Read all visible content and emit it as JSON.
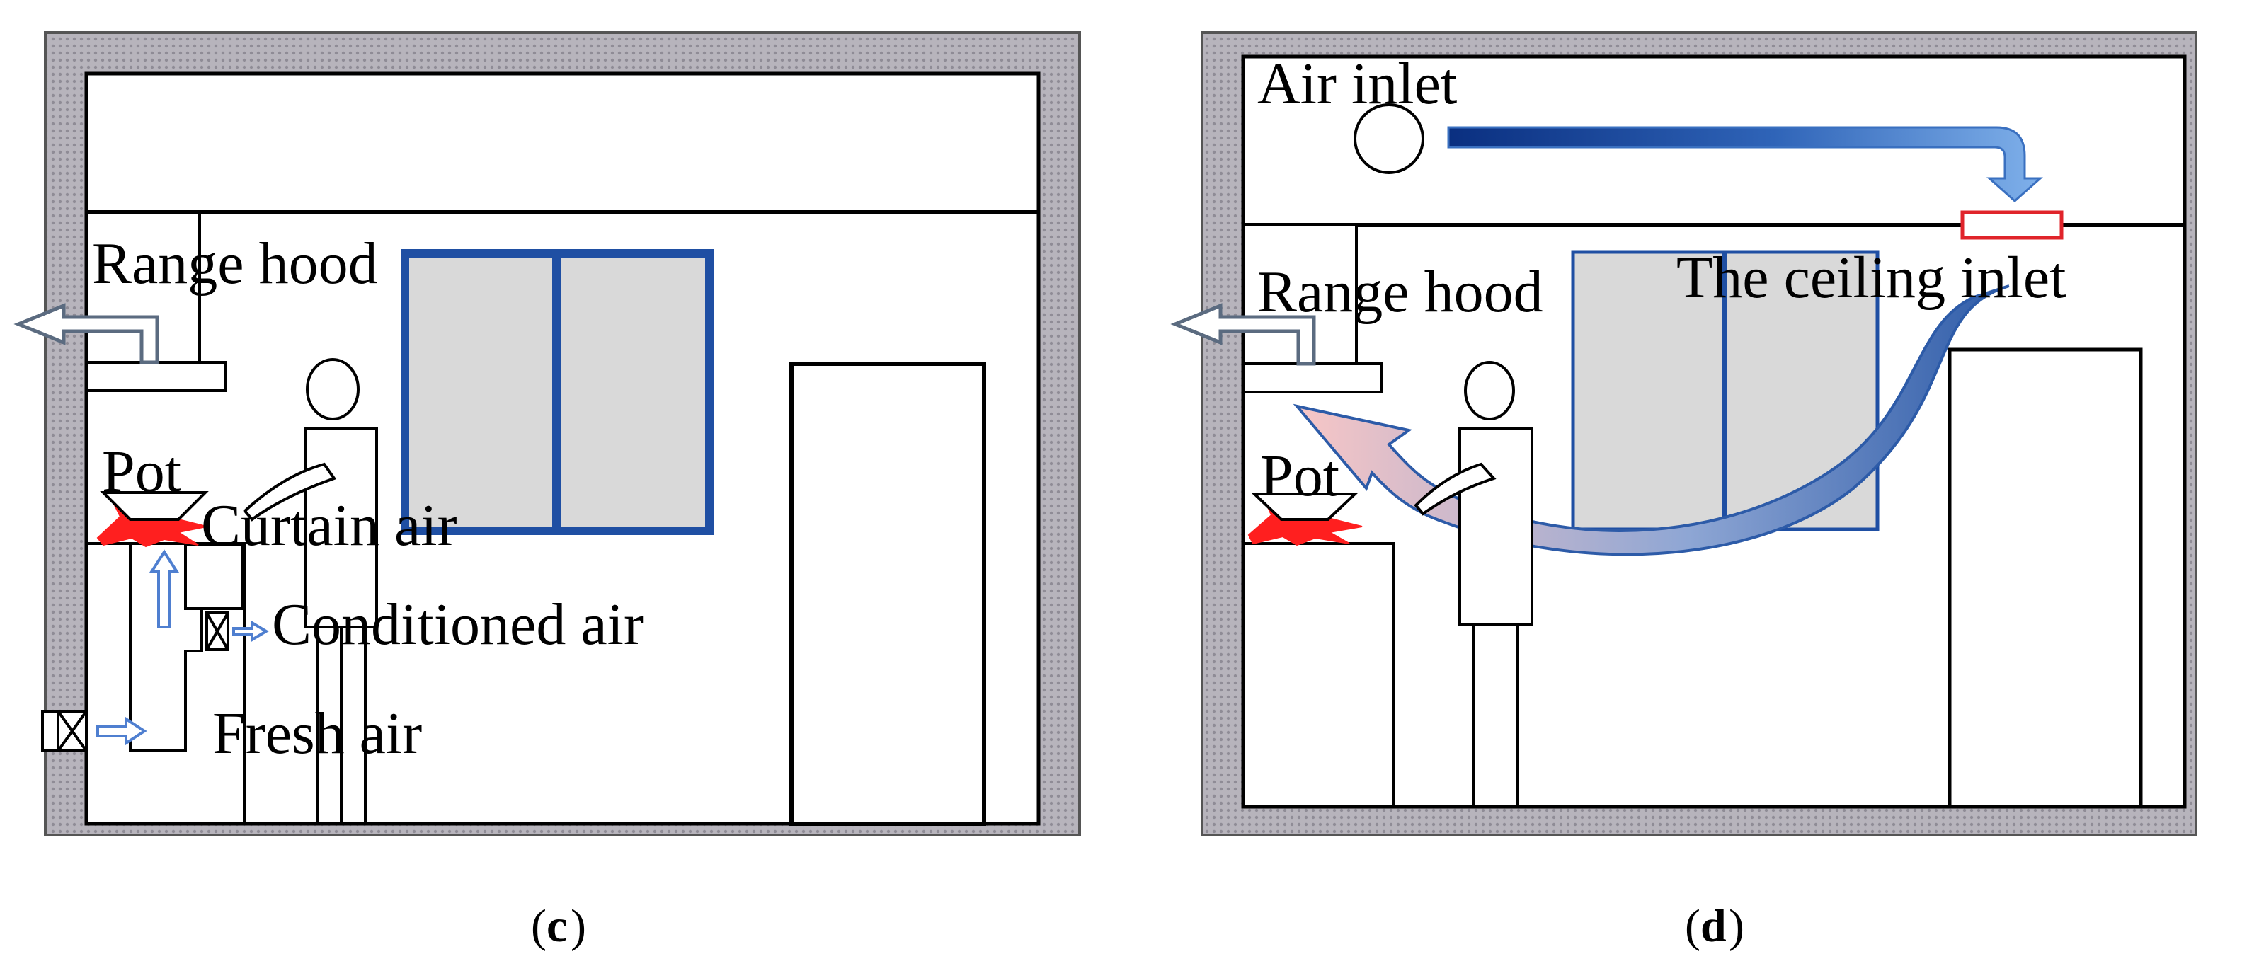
{
  "panels": {
    "c": {
      "caption": "c",
      "labels": {
        "range_hood": "Range hood",
        "pot": "Pot",
        "curtain_air": "Curtain air",
        "conditioned_air": "Conditioned air",
        "fresh_air": "Fresh air"
      }
    },
    "d": {
      "caption": "d",
      "labels": {
        "air_inlet": "Air inlet",
        "range_hood": "Range hood",
        "ceiling_inlet": "The ceiling inlet",
        "pot": "Pot"
      }
    }
  },
  "colors": {
    "wall_fill": "#b7b4bc",
    "window_frame": "#1f4fa3",
    "window_glass": "#d9d9d9",
    "flame": "#ff1f1f",
    "small_arrow": "#4f7fd0",
    "inlet_marker": "#e0242b",
    "airflow_cold": "#2d5ba8",
    "airflow_warm": "#f4c2c2"
  }
}
